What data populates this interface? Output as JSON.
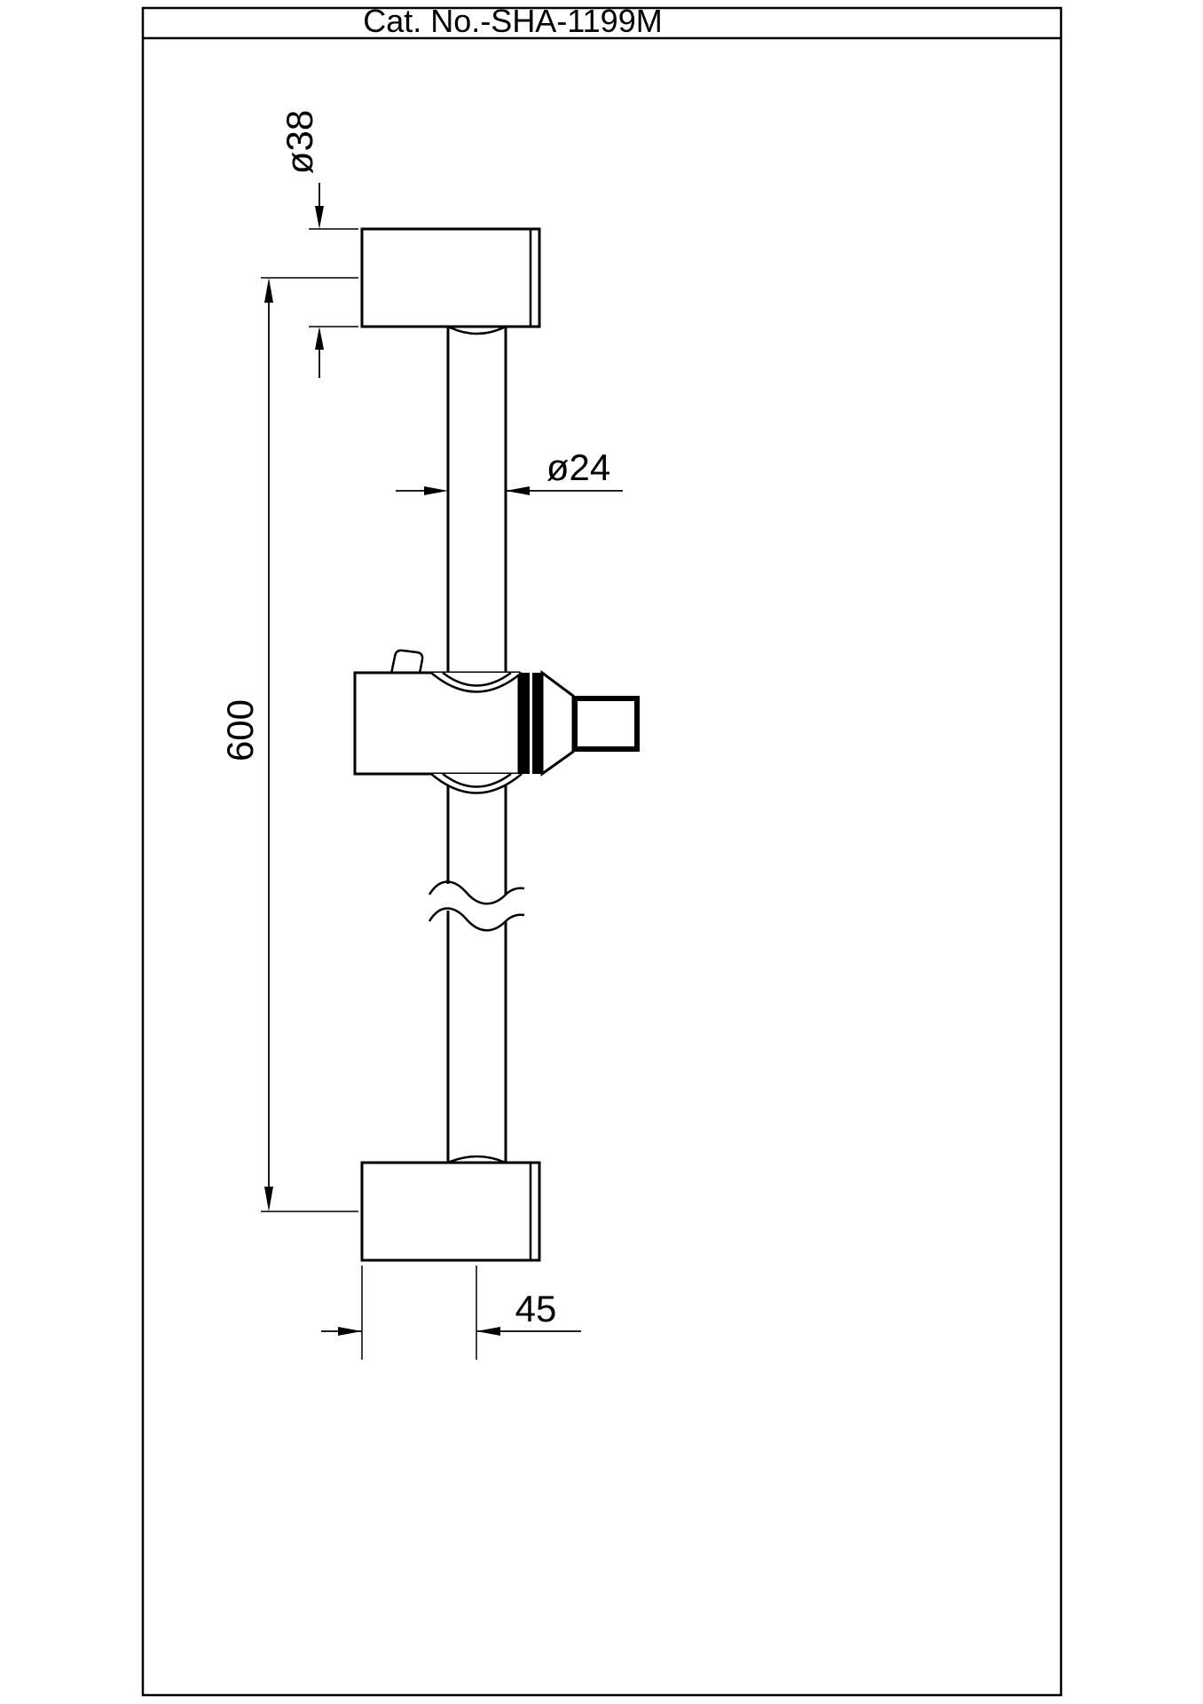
{
  "drawing": {
    "title": "Cat. No.-SHA-1199M",
    "dimensions": {
      "bracket_diameter_label": "ø38",
      "rail_diameter_label": "ø24",
      "rail_length_label": "600",
      "wall_offset_label": "45"
    },
    "colors": {
      "line": "#000000",
      "background": "#ffffff"
    }
  }
}
